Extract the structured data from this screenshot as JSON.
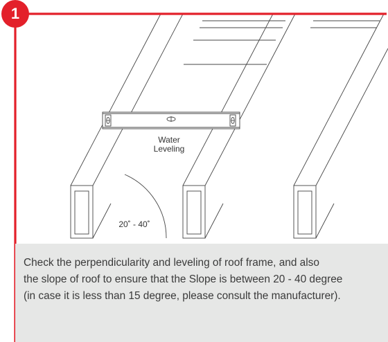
{
  "step": {
    "number": "1"
  },
  "diagram": {
    "level_label_line1": "Water",
    "level_label_line2": "Leveling",
    "angle_label": "20˚ - 40˚"
  },
  "instruction": {
    "lines": [
      "Check the perpendicularity and leveling of roof frame, and also",
      "the slope of roof to ensure that the Slope is between 20 - 40 degree",
      "(in case it is less than 15 degree, please consult the manufacturer)."
    ]
  },
  "colors": {
    "accent": "#e3202a",
    "caption_bg": "#e6e7e6",
    "line": "#444444"
  }
}
